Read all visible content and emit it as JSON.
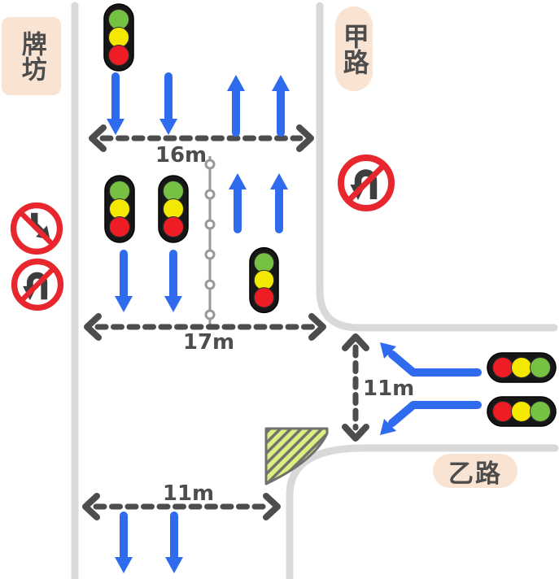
{
  "diagram": {
    "title_implicit": "road-intersection-diagram",
    "road_labels": {
      "northwest": "牌坊",
      "north": "甲路",
      "east": "乙路"
    },
    "measurements": {
      "north_section_width": "16m",
      "mid_section_width": "17m",
      "east_branch_width": "11m",
      "south_section_width": "11m"
    },
    "signs": [
      {
        "name": "no-down-right-turn-sign",
        "position": "west-upper"
      },
      {
        "name": "no-u-turn-sign",
        "position": "west-lower"
      },
      {
        "name": "no-u-turn-sign",
        "position": "east-of-north-road"
      }
    ],
    "traffic_lights": [
      {
        "orientation": "vertical",
        "lamps_top_to_bottom": [
          "green",
          "yellow",
          "red"
        ],
        "position": "north-top"
      },
      {
        "orientation": "vertical",
        "lamps_top_to_bottom": [
          "green",
          "yellow",
          "red"
        ],
        "position": "mid-left-1"
      },
      {
        "orientation": "vertical",
        "lamps_top_to_bottom": [
          "green",
          "yellow",
          "red"
        ],
        "position": "mid-left-2"
      },
      {
        "orientation": "vertical",
        "lamps_top_to_bottom": [
          "green",
          "yellow",
          "red"
        ],
        "position": "mid-center"
      },
      {
        "orientation": "horizontal",
        "lamps_left_to_right": [
          "red",
          "yellow",
          "green"
        ],
        "position": "east-upper"
      },
      {
        "orientation": "horizontal",
        "lamps_left_to_right": [
          "red",
          "yellow",
          "green"
        ],
        "position": "east-lower"
      }
    ],
    "colors": {
      "arrow_blue": "#2f6bef",
      "measure_gray": "#4d4d4d",
      "road_gray": "#d9d9d9",
      "divider_gray": "#989898",
      "label_bg": "#f9e4d3",
      "sign_red": "#e8262d",
      "sign_glyph": "#3d3d3d",
      "light_green": "#76c043",
      "light_yellow": "#f5e800",
      "light_red": "#ee1c24",
      "hatch_fill": "#dbf07e",
      "hatch_stripe": "#707070"
    }
  }
}
